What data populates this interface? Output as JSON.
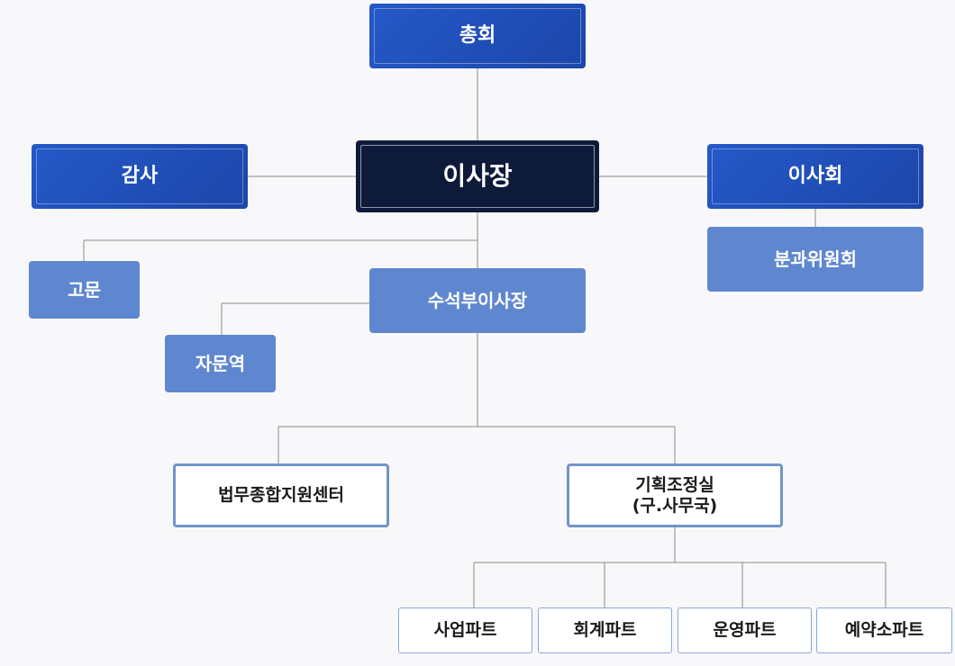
{
  "colors": {
    "dark_blue": "#2156c4",
    "navy": "#0d1a3a",
    "light_blue": "#5f87d0",
    "outline": "#6f95c8",
    "connector": "#8a8a8a"
  },
  "org": {
    "general_assembly": "총회",
    "auditor": "감사",
    "president": "이사장",
    "board": "이사회",
    "subcommittee": "분과위원회",
    "advisor": "고문",
    "senior_vp": "수석부이사장",
    "consultant": "자문역",
    "legal_center": "법무종합지원센터",
    "planning_office": {
      "line1": "기획조정실",
      "line2": "(구.사무국)"
    },
    "parts": [
      "사업파트",
      "회계파트",
      "운영파트",
      "예약소파트"
    ]
  }
}
